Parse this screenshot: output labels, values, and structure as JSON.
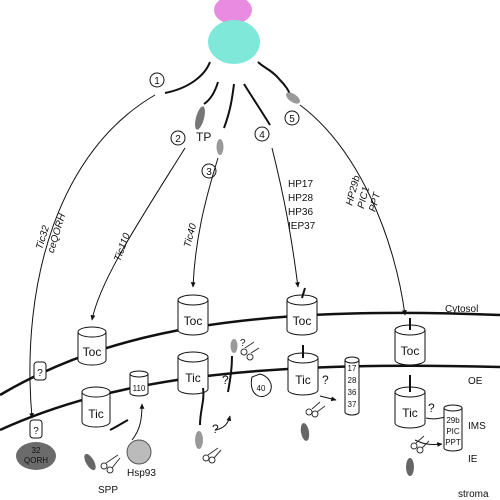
{
  "ribosome": {
    "large_color": "#7fe8d8",
    "small_color": "#e98be0"
  },
  "pathways": [
    {
      "number": "1"
    },
    {
      "number": "2",
      "label": "TP"
    },
    {
      "number": "3"
    },
    {
      "number": "4"
    },
    {
      "number": "5"
    }
  ],
  "cargo_labels": {
    "path1": [
      "Tic32",
      "ceQORH"
    ],
    "path2": [
      "Tic110"
    ],
    "path3": [
      "Tic40"
    ],
    "path4": [
      "HP17",
      "HP28",
      "HP36",
      "IEP37"
    ],
    "path5": [
      "HP29b",
      "PIC1",
      "PPT"
    ]
  },
  "complexes": {
    "toc": "Toc",
    "tic": "Tic",
    "tic110": "110",
    "tic40": "40",
    "hp_stack": [
      "17",
      "28",
      "36",
      "37"
    ],
    "ie_stack": [
      "29b",
      "PIC",
      "PPT"
    ],
    "qorh": [
      "32",
      "QORH"
    ],
    "question": "?"
  },
  "compartments": {
    "cytosol": "Cytosol",
    "oe": "OE",
    "ims": "IMS",
    "ie": "IE",
    "stroma": "stroma"
  },
  "factors": {
    "spp": "SPP",
    "hsp93": "Hsp93"
  },
  "colors": {
    "line": "#111111",
    "precursor": "#777777",
    "toc_fill": "#ffffff",
    "qorh_fill": "#6b6b6b"
  }
}
